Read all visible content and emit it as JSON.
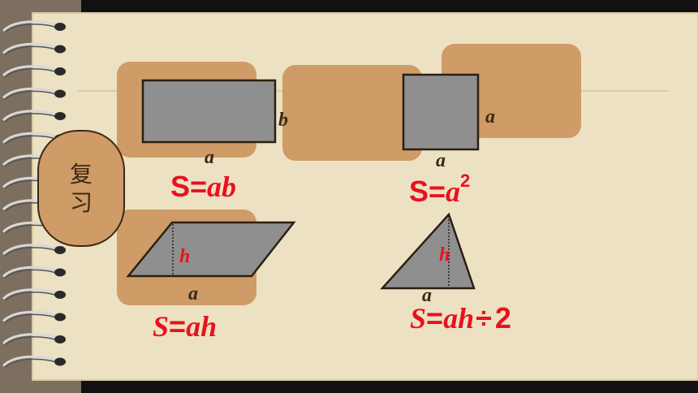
{
  "review_badge": {
    "line1": "复",
    "line2": "习"
  },
  "rectangle": {
    "side_bottom": "a",
    "side_right": "b",
    "formula_s": "S=",
    "formula_var": "ab"
  },
  "square": {
    "side_bottom": "a",
    "side_right": "a",
    "formula_s": "S=",
    "formula_var": "a",
    "formula_exp": "2"
  },
  "parallelogram": {
    "base": "a",
    "height": "h",
    "formula_s": "S",
    "formula_eq": "=",
    "formula_var": "ah"
  },
  "triangle": {
    "base": "a",
    "height": "h",
    "formula_s": "S",
    "formula_eq": "=",
    "formula_var": "ah",
    "formula_div": "÷",
    "formula_two": "2"
  },
  "colors": {
    "background": "#ede1c4",
    "tan_panel": "#cf9b66",
    "shape_fill": "#8f8f8f",
    "formula_red": "#e8121c"
  }
}
